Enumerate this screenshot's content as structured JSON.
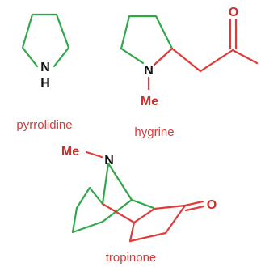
{
  "colors": {
    "ring_bond": "#2ea84a",
    "substituent_bond": "#e03a3a",
    "atom_label": "#111111",
    "methyl_label": "#d42a2a",
    "oxygen_label": "#d42a2a",
    "compound_name": "#d83a3a"
  },
  "pyrrolidine": {
    "atoms": {
      "nitrogen": "N",
      "hydrogen": "H"
    },
    "name": "pyrrolidine"
  },
  "hygrine": {
    "atoms": {
      "nitrogen": "N",
      "methyl": "Me",
      "oxygen": "O"
    },
    "name": "hygrine"
  },
  "tropinone": {
    "atoms": {
      "nitrogen": "N",
      "methyl": "Me",
      "oxygen": "O"
    },
    "name": "tropinone"
  }
}
